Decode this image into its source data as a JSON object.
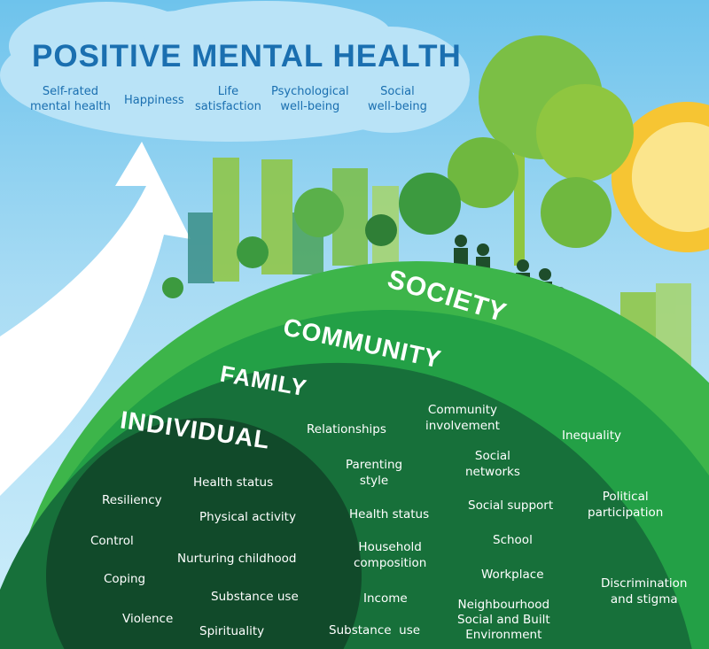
{
  "title": "POSITIVE MENTAL HEALTH",
  "outcomes": [
    "Self-rated\nmental health",
    "Happiness",
    "Life\nsatisfaction",
    "Psychological\nwell-being",
    "Social\nwell-being"
  ],
  "levels": {
    "society": "SOCIETY",
    "community": "COMMUNITY",
    "family": "FAMILY",
    "individual": "INDIVIDUAL"
  },
  "individual": [
    "Health status",
    "Resiliency",
    "Physical activity",
    "Control",
    "Nurturing childhood",
    "Coping",
    "Substance use",
    "Violence",
    "Spirituality"
  ],
  "family": [
    "Relationships",
    "Parenting\nstyle",
    "Health status",
    "Household\ncomposition",
    "Income",
    "Substance  use"
  ],
  "community": [
    "Community\ninvolvement",
    "Social\nnetworks",
    "Social support",
    "School",
    "Workplace",
    "Neighbourhood\nSocial and Built\nEnvironment"
  ],
  "society": [
    "Inequality",
    "Political\nparticipation",
    "Discrimination\nand stigma"
  ],
  "colors": {
    "society": "#3db54a",
    "community": "#23a046",
    "family": "#17703a",
    "individual": "#114a2a",
    "title": "#1a6fb0"
  }
}
